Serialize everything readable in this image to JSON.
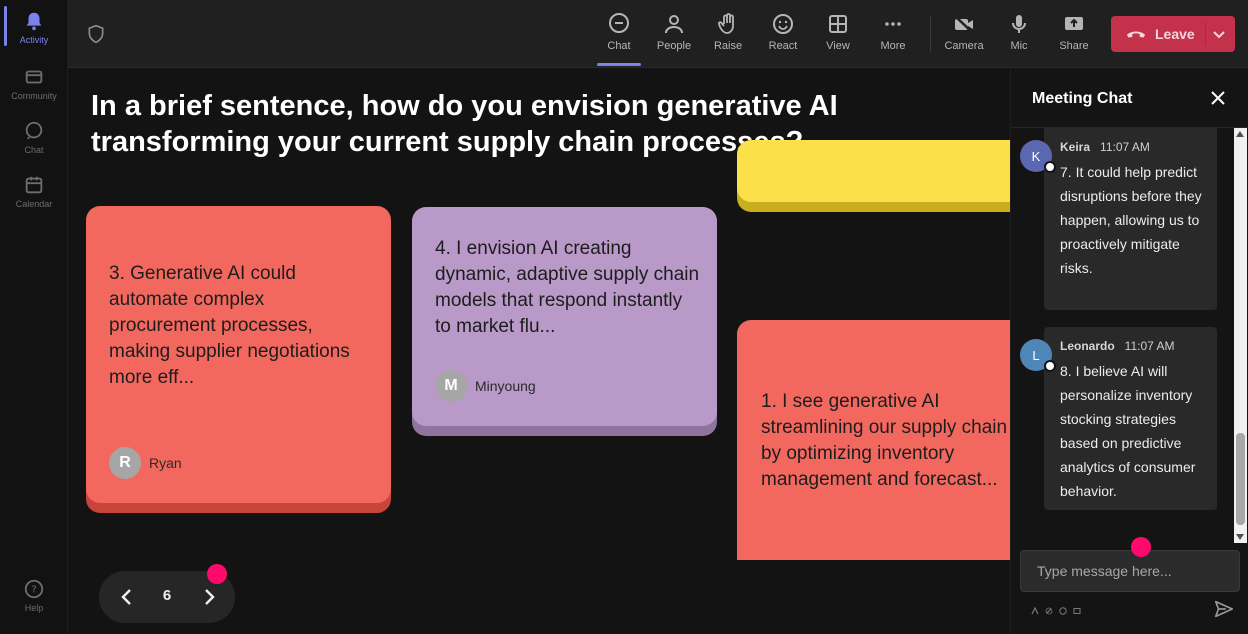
{
  "rail": {
    "items": [
      {
        "label": "Activity"
      },
      {
        "label": "Community"
      },
      {
        "label": "Chat"
      },
      {
        "label": "Calendar"
      },
      {
        "label": "Help"
      }
    ]
  },
  "toolbar": {
    "chat": "Chat",
    "people": "People",
    "raise": "Raise",
    "react": "React",
    "view": "View",
    "more": "More",
    "camera": "Camera",
    "mic": "Mic",
    "share": "Share",
    "leave": "Leave"
  },
  "stage": {
    "question": "In a brief sentence, how do you envision generative AI transforming your current supply chain processes?",
    "cards": [
      {
        "text": "3. Generative AI could automate complex procurement processes, making supplier negotiations more eff...",
        "author": "Ryan",
        "initial": "R",
        "color": "#f2685f"
      },
      {
        "text": "4. I envision AI creating dynamic, adaptive supply chain models that respond instantly to market flu...",
        "author": "Minyoung",
        "initial": "M",
        "color": "#b899c7"
      },
      {
        "text": "",
        "author": "",
        "initial": "",
        "color": "#fce04a"
      },
      {
        "text": "1. I see generative AI streamlining our supply chain by optimizing inventory management and forecast...",
        "author": "",
        "initial": "",
        "color": "#f2685f"
      }
    ],
    "pager": {
      "page": "6"
    }
  },
  "chat": {
    "title": "Meeting Chat",
    "messages": [
      {
        "name": "Keira",
        "initial": "K",
        "time": "11:07 AM",
        "text": "7. It could help predict disruptions before they happen, allowing us to proactively mitigate risks.",
        "avatar_color": "#5a67b1"
      },
      {
        "name": "Leonardo",
        "initial": "L",
        "time": "11:07 AM",
        "text": "8. I believe AI will personalize inventory stocking strategies based on predictive analytics of consumer behavior.",
        "avatar_color": "#4f86b8"
      }
    ],
    "input_placeholder": "Type message here..."
  },
  "colors": {
    "accent": "#7b83eb",
    "leave": "#c4314b",
    "notification_dot": "#ff0a6c"
  }
}
